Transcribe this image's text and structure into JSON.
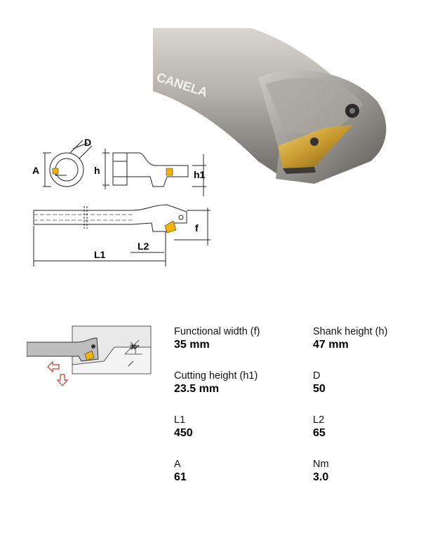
{
  "photo": {
    "brand_text": "CANELA"
  },
  "diagram_labels": {
    "D": "D",
    "A": "A",
    "h": "h",
    "h1": "h1",
    "f": "f",
    "L1": "L1",
    "L2": "L2",
    "angle": "30°"
  },
  "specs": [
    {
      "label": "Functional width (f)",
      "value": "35 mm"
    },
    {
      "label": "Shank height (h)",
      "value": "47 mm"
    },
    {
      "label": "Cutting height (h1)",
      "value": "23.5 mm"
    },
    {
      "label": "D",
      "value": "50"
    },
    {
      "label": "L1",
      "value": "450"
    },
    {
      "label": "L2",
      "value": "65"
    },
    {
      "label": "A",
      "value": "61"
    },
    {
      "label": "Nm",
      "value": "3.0"
    }
  ]
}
